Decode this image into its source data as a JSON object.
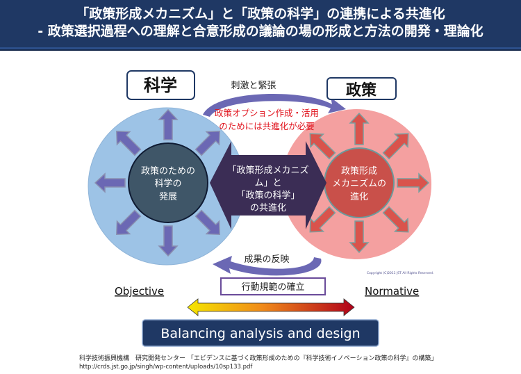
{
  "header": {
    "title_line1": "「政策形成メカニズム」と「政策の科学」の連携による共進化",
    "title_line2": "- 政策選択過程への理解と合意形成の議論の場の形成と方法の開発・理論化"
  },
  "diagram": {
    "science_label": "科学",
    "policy_label": "政策",
    "top_arc_label": "刺激と緊張",
    "red_note_line1": "政策オプション作成・活用",
    "red_note_line2": "のためには共進化が必要",
    "left_core": [
      "政策のための",
      "科学の",
      "発展"
    ],
    "right_core": [
      "政策形成",
      "メカニズムの",
      "進化"
    ],
    "center": [
      "「政策形成メカニズ",
      "ム」と",
      "「政策の科学」",
      "の共進化"
    ],
    "bottom_arc_label": "成果の反映",
    "norms_box": "行動規範の確立",
    "copyright": "Copyright (C)2011 JST All Rights Reserved.",
    "objective": "Objective",
    "normative": "Normative",
    "balancing": "Balancing analysis and design"
  },
  "colors": {
    "navy": "#1f3864",
    "science": "#9dc3e6",
    "policy": "#f4a0a0",
    "core_left": "#3f5668",
    "core_right": "#c9504a",
    "center_arrow": "#3b2d55",
    "red_text": "#e0101a"
  },
  "source": {
    "citation": "科学技術振興機構　研究開発センター 「エビデンスに基づく政策形成のための『科学技術イノベーション政策の科学』の構築」",
    "url": "http://crds.jst.go.jp/singh/wp-content/uploads/10sp133.pdf"
  }
}
